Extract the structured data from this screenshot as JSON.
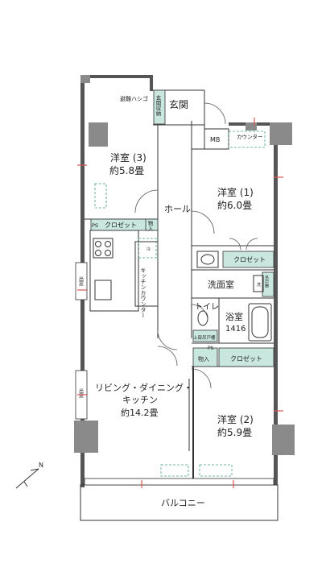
{
  "rooms": {
    "yoshitsu3_name": "洋室 (3)",
    "yoshitsu3_size": "約5.8畳",
    "yoshitsu1_name": "洋室 (1)",
    "yoshitsu1_size": "約6.0畳",
    "yoshitsu2_name": "洋室 (2)",
    "yoshitsu2_size": "約5.9畳",
    "ldk_line1": "リビング・ダイニング・",
    "ldk_line2": "キッチン",
    "ldk_size": "約14.2畳",
    "genkan": "玄関",
    "hall": "ホール",
    "senmenshitsu": "洗面室",
    "toilet": "トイレ",
    "yokushitsu": "浴室",
    "yokushitsu_size": "1416",
    "balcony": "バルコニー"
  },
  "fixtures": {
    "hinan_hashigo": "避難ハシゴ",
    "genkan_shuno": "玄関収納",
    "mb": "MB",
    "counter": "カウンター",
    "ps_top": "PS",
    "closet_3": "クロゼット",
    "mono_ire_top": "物入",
    "closet_1": "クロゼット",
    "kitchen_counter": "キッチンカウンター",
    "reizo": "冷",
    "sentaku": "洗",
    "joryu": "吊戸棚",
    "ps_mid": "PS",
    "joubu_todana": "上部吊戸棚",
    "mono_ire_bottom": "物入",
    "closet_2": "クロゼット",
    "demado_1": "出窓",
    "demado_2": "出窓"
  },
  "compass": "N"
}
